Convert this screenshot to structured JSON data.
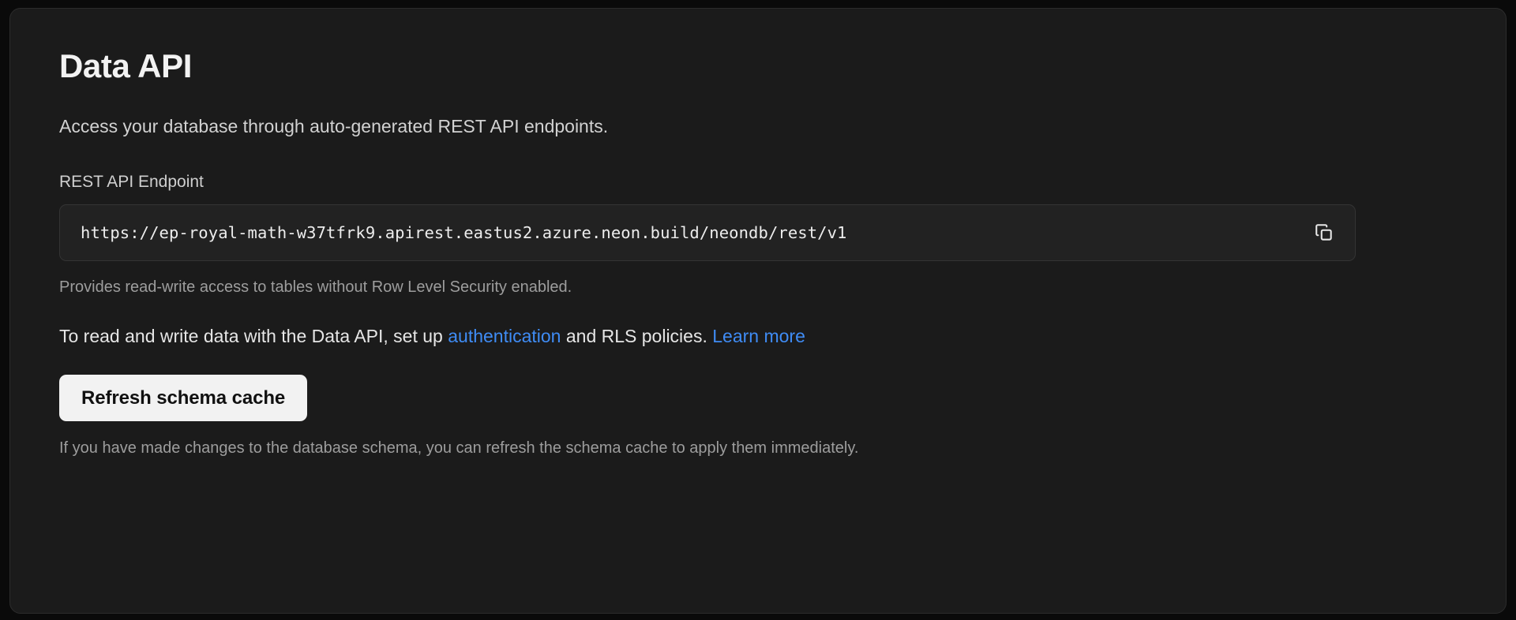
{
  "card": {
    "title": "Data API",
    "subtitle": "Access your database through auto-generated REST API endpoints.",
    "endpoint": {
      "label": "REST API Endpoint",
      "value": "https://ep-royal-math-w37tfrk9.apirest.eastus2.azure.neon.build/neondb/rest/v1",
      "copy_icon": "copy-icon",
      "helper_text": "Provides read-write access to tables without Row Level Security enabled."
    },
    "info": {
      "prefix": "To read and write data with the Data API, set up ",
      "link_auth": "authentication",
      "middle": " and RLS policies. ",
      "link_learn_more": "Learn more"
    },
    "refresh": {
      "button_label": "Refresh schema cache",
      "footer_text": "If you have made changes to the database schema, you can refresh the schema cache to apply them immediately."
    }
  },
  "colors": {
    "page_background": "#0a0a0a",
    "card_background": "#1b1b1b",
    "card_border": "#2c2c2c",
    "input_background": "#222222",
    "link": "#3f8cf5",
    "button_background": "#f2f2f2",
    "button_text": "#111111",
    "muted_text": "#9d9d9d"
  }
}
